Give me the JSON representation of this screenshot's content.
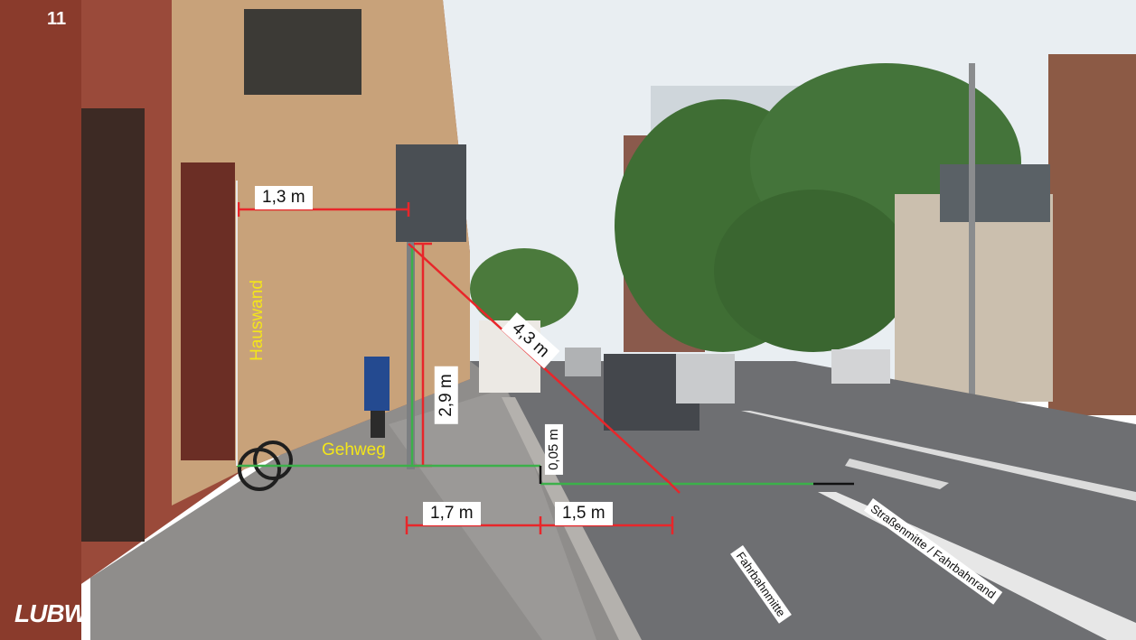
{
  "scene": {
    "colors": {
      "sky": "#e9eef2",
      "brick": "#9a4a3a",
      "sandstone": "#c8a27a",
      "sidewalk": "#8f8d8b",
      "road": "#6e6f72",
      "tree": "#3f6e34",
      "measure_red": "#e8262a",
      "measure_green": "#3cb04a",
      "measure_black": "#111111",
      "label_yellow": "#f4e61a"
    }
  },
  "measurements": {
    "sign_overhang": "1,3 m",
    "diagonal": "4,3 m",
    "clear_height": "2,9 m",
    "curb_height": "0,05 m",
    "sidewalk_width": "1,7 m",
    "lane_offset": "1,5 m"
  },
  "labels": {
    "house_wall": "Hauswand",
    "sidewalk": "Gehweg",
    "road_center_edge": "Straßenmitte / Fahrbahnrand",
    "lane_center": "Fahrbahnmitte"
  },
  "building": {
    "house_number": "11"
  },
  "logo": {
    "text": "LUBW"
  }
}
